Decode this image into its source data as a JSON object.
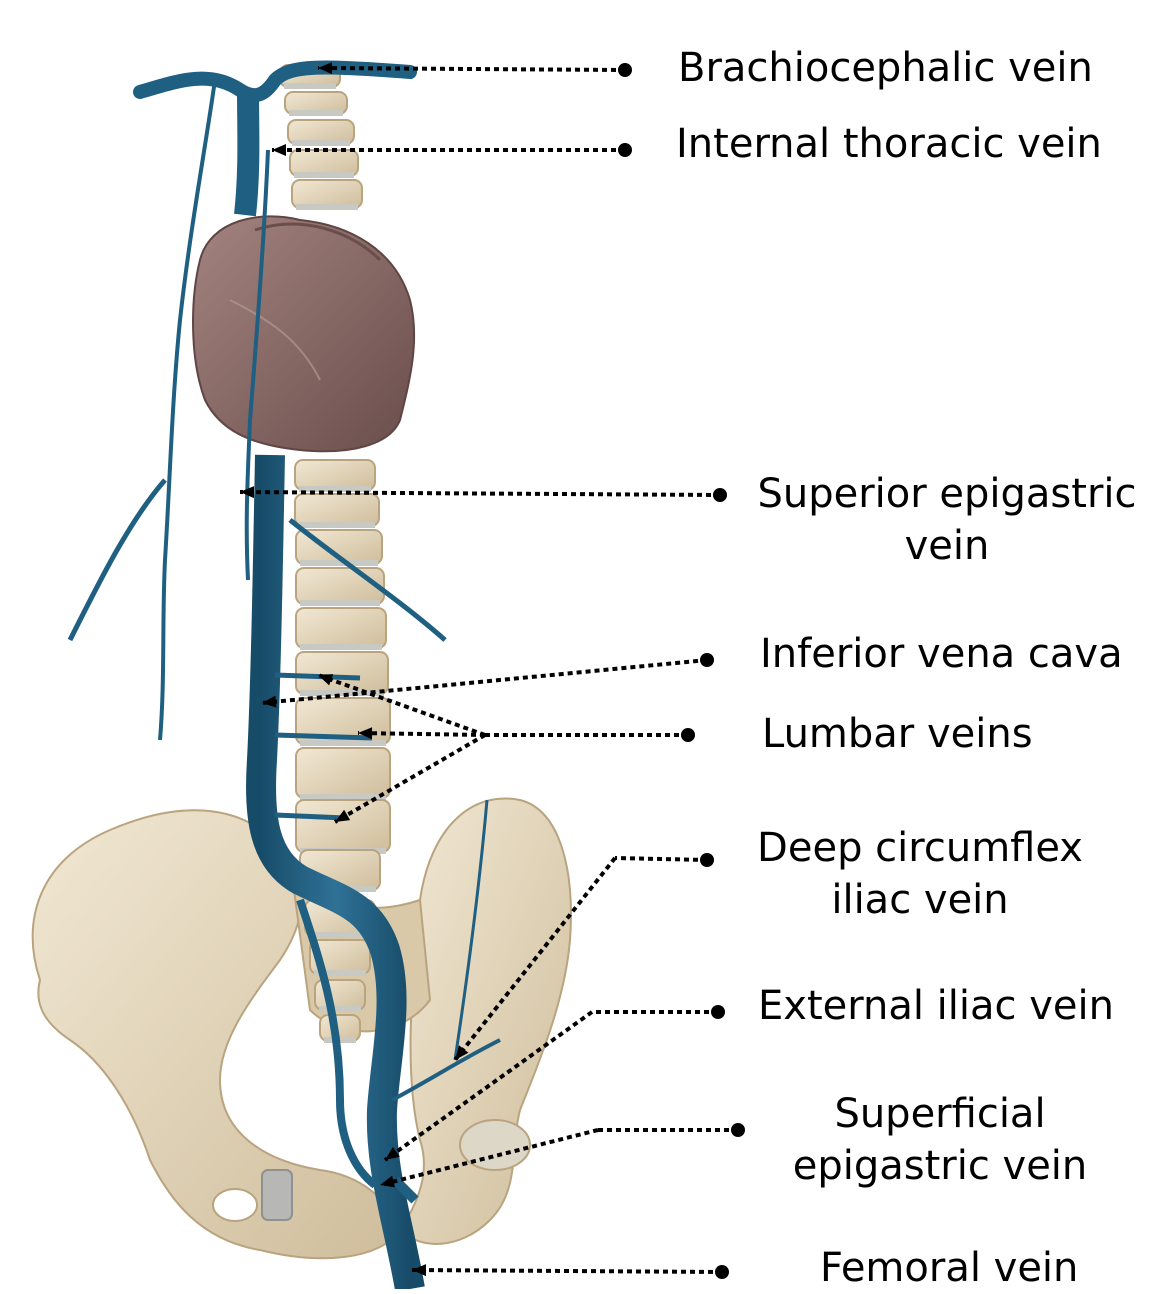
{
  "figure": {
    "labels": [
      {
        "id": "brachiocephalic",
        "lines": [
          "Brachiocephalic vein"
        ]
      },
      {
        "id": "internal-thoracic",
        "lines": [
          "Internal thoracic vein"
        ]
      },
      {
        "id": "superior-epigastric",
        "lines": [
          "Superior epigastric",
          "vein"
        ]
      },
      {
        "id": "inferior-vena-cava",
        "lines": [
          "Inferior vena cava"
        ]
      },
      {
        "id": "lumbar",
        "lines": [
          "Lumbar veins"
        ]
      },
      {
        "id": "deep-circumflex-iliac",
        "lines": [
          "Deep circumflex",
          "iliac vein"
        ]
      },
      {
        "id": "external-iliac",
        "lines": [
          "External iliac vein"
        ]
      },
      {
        "id": "superficial-epigastric",
        "lines": [
          "Superficial",
          "epigastric vein"
        ]
      },
      {
        "id": "femoral",
        "lines": [
          "Femoral vein"
        ]
      }
    ]
  },
  "colors": {
    "vein": "#1f5f82",
    "vein_highlight": "#3b7fa3",
    "bone": "#e8dcc3",
    "bone_shadow": "#cbb996",
    "disc": "#c9c9c4",
    "heart": "#8e6e6d",
    "heart_shadow": "#6e5150"
  }
}
